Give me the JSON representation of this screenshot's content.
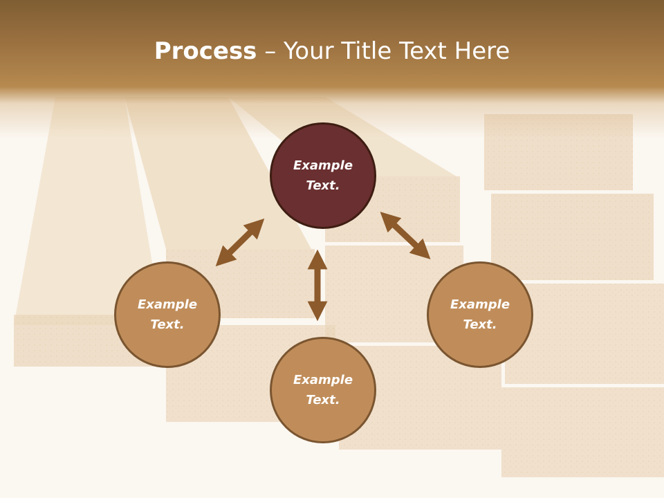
{
  "title": {
    "bold": "Process",
    "rest": " – Your Title Text Here"
  },
  "colors": {
    "center_node": "#6a2f30",
    "side_node": "#c08d5a",
    "arrow": "#8c5a2b",
    "header": "#9a7040"
  },
  "nodes": {
    "top": "Example\nText.",
    "left": "Example\nText.",
    "right": "Example\nText.",
    "bottom": "Example\nText."
  },
  "icons": [
    "double-arrow-icon"
  ]
}
